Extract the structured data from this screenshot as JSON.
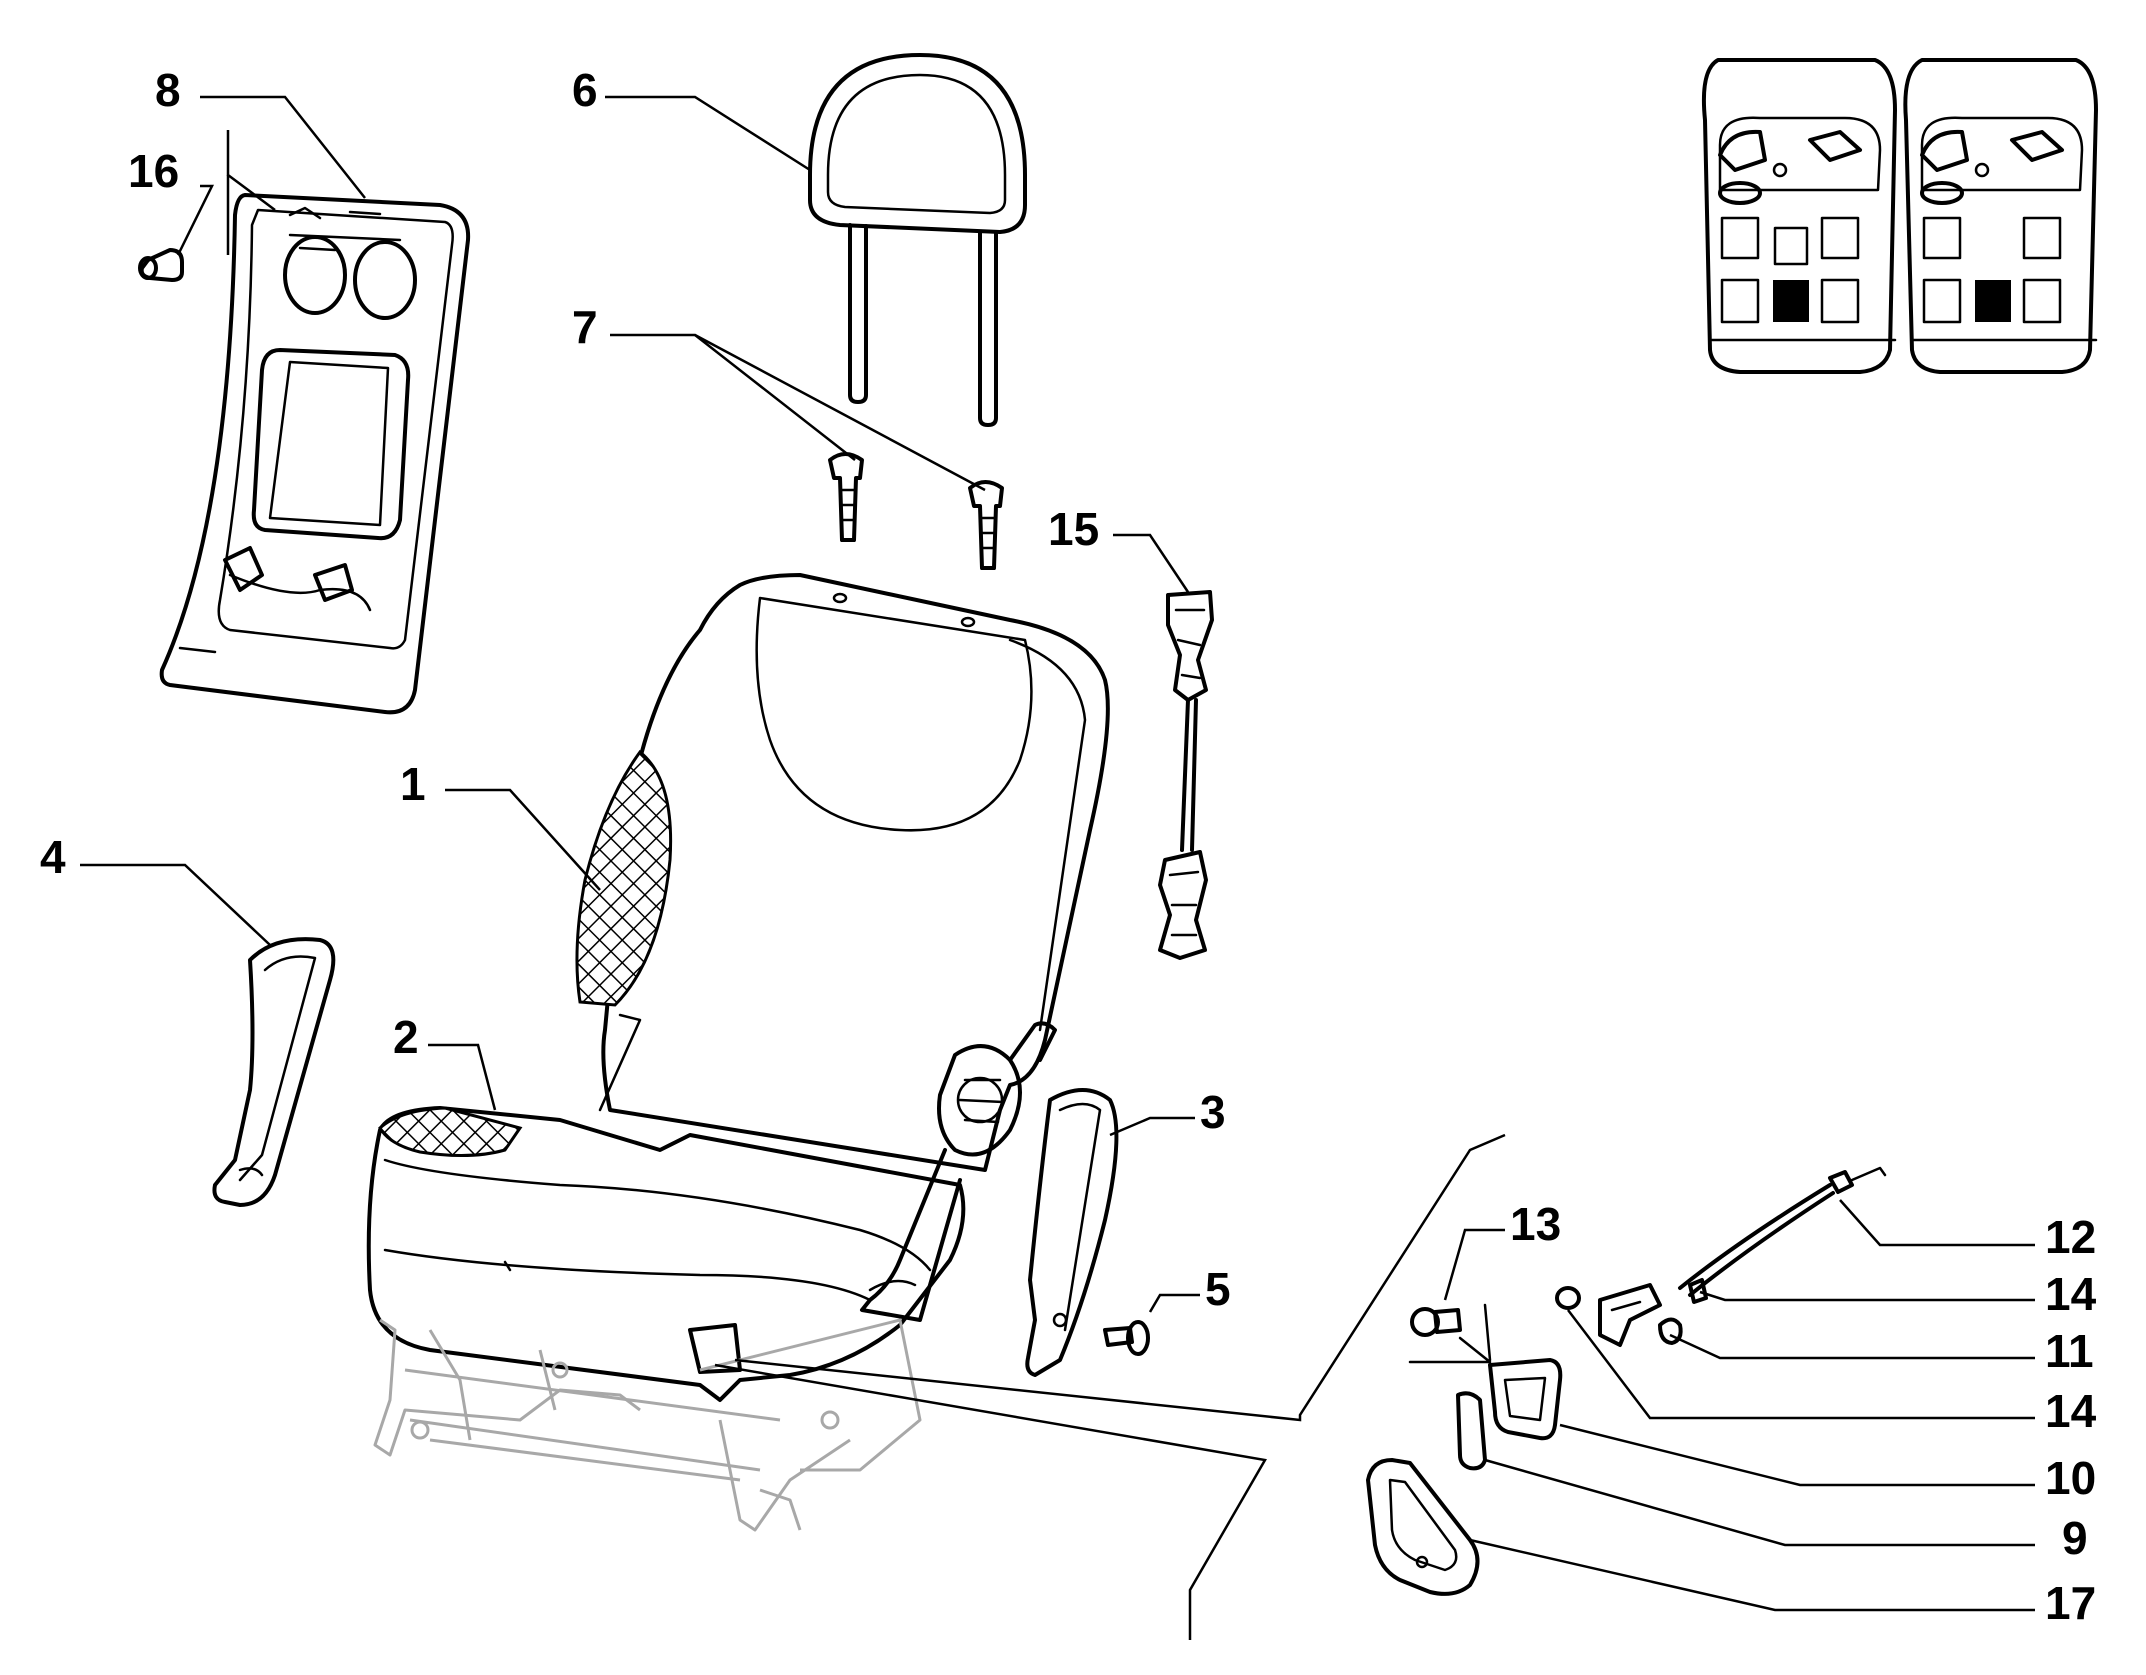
{
  "labels": [
    {
      "id": "1",
      "text": "1"
    },
    {
      "id": "2",
      "text": "2"
    },
    {
      "id": "3",
      "text": "3"
    },
    {
      "id": "4",
      "text": "4"
    },
    {
      "id": "5",
      "text": "5"
    },
    {
      "id": "6",
      "text": "6"
    },
    {
      "id": "7",
      "text": "7"
    },
    {
      "id": "8",
      "text": "8"
    },
    {
      "id": "9",
      "text": "9"
    },
    {
      "id": "10",
      "text": "10"
    },
    {
      "id": "11",
      "text": "11"
    },
    {
      "id": "12",
      "text": "12"
    },
    {
      "id": "13",
      "text": "13"
    },
    {
      "id": "14a",
      "text": "14"
    },
    {
      "id": "14b",
      "text": "14"
    },
    {
      "id": "15",
      "text": "15"
    },
    {
      "id": "16",
      "text": "16"
    },
    {
      "id": "17",
      "text": "17"
    }
  ],
  "seat_map": {
    "left_selected_cell": "middle-row2",
    "right_selected_cell": "middle-row2"
  }
}
